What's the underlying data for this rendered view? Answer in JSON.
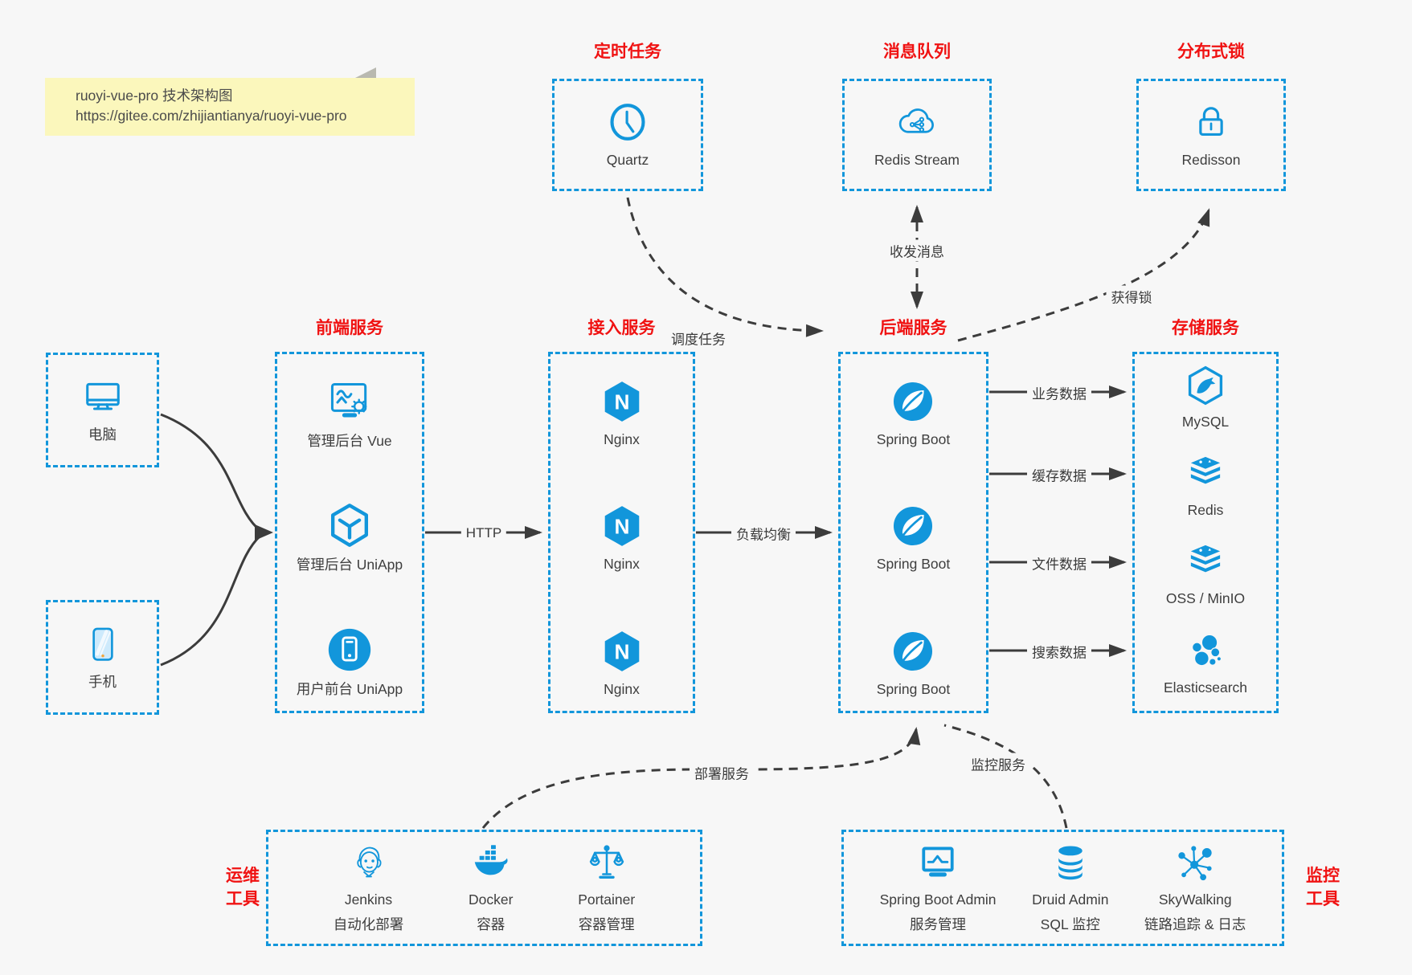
{
  "note": {
    "title": "ruoyi-vue-pro 技术架构图",
    "url": "https://gitee.com/zhijiantianya/ruoyi-vue-pro"
  },
  "top_groups": [
    {
      "title": "定时任务",
      "item": {
        "label": "Quartz",
        "icon": "clock-icon"
      }
    },
    {
      "title": "消息队列",
      "item": {
        "label": "Redis Stream",
        "icon": "cloud-share-icon"
      }
    },
    {
      "title": "分布式锁",
      "item": {
        "label": "Redisson",
        "icon": "lock-icon"
      }
    }
  ],
  "clients": [
    {
      "label": "电脑",
      "icon": "desktop-icon"
    },
    {
      "label": "手机",
      "icon": "smartphone-icon"
    }
  ],
  "columns": [
    {
      "title": "前端服务",
      "items": [
        {
          "label": "管理后台 Vue",
          "icon": "admin-screen-gear-icon"
        },
        {
          "label": "管理后台 UniApp",
          "icon": "cube-icon"
        },
        {
          "label": "用户前台 UniApp",
          "icon": "phone-circle-icon"
        }
      ]
    },
    {
      "title": "接入服务",
      "items": [
        {
          "label": "Nginx",
          "icon": "nginx-hexagon-icon"
        },
        {
          "label": "Nginx",
          "icon": "nginx-hexagon-icon"
        },
        {
          "label": "Nginx",
          "icon": "nginx-hexagon-icon"
        }
      ]
    },
    {
      "title": "后端服务",
      "items": [
        {
          "label": "Spring Boot",
          "icon": "spring-leaf-icon"
        },
        {
          "label": "Spring Boot",
          "icon": "spring-leaf-icon"
        },
        {
          "label": "Spring Boot",
          "icon": "spring-leaf-icon"
        }
      ]
    },
    {
      "title": "存储服务",
      "items": [
        {
          "label": "MySQL",
          "icon": "mysql-dolphin-icon"
        },
        {
          "label": "Redis",
          "icon": "layered-stack-icon"
        },
        {
          "label": "OSS / MinIO",
          "icon": "layered-stack-icon"
        },
        {
          "label": "Elasticsearch",
          "icon": "elasticsearch-cluster-icon"
        }
      ]
    }
  ],
  "bottom_groups": [
    {
      "side_title": [
        "运维",
        "工具"
      ],
      "items": [
        {
          "label": "Jenkins",
          "sublabel": "自动化部署",
          "icon": "jenkins-butler-icon"
        },
        {
          "label": "Docker",
          "sublabel": "容器",
          "icon": "docker-whale-icon"
        },
        {
          "label": "Portainer",
          "sublabel": "容器管理",
          "icon": "scale-icon"
        }
      ]
    },
    {
      "side_title": [
        "监控",
        "工具"
      ],
      "items": [
        {
          "label": "Spring Boot Admin",
          "sublabel": "服务管理",
          "icon": "monitor-chart-icon"
        },
        {
          "label": "Druid Admin",
          "sublabel": "SQL 监控",
          "icon": "database-icon"
        },
        {
          "label": "SkyWalking",
          "sublabel": "链路追踪 & 日志",
          "icon": "topology-icon"
        }
      ]
    }
  ],
  "edge_labels": {
    "http": "HTTP",
    "load_balance": "负载均衡",
    "business_data": "业务数据",
    "cache_data": "缓存数据",
    "file_data": "文件数据",
    "search_data": "搜索数据",
    "schedule_task": "调度任务",
    "send_receive_message": "收发消息",
    "acquire_lock": "获得锁",
    "deploy_service": "部署服务",
    "monitor_service": "监控服务"
  },
  "colors": {
    "accent_blue": "#1296db",
    "title_red": "#f01212",
    "arrow_dark": "#3c3c3c",
    "note_yellow": "#fbf7bc",
    "background": "#f7f7f7"
  }
}
